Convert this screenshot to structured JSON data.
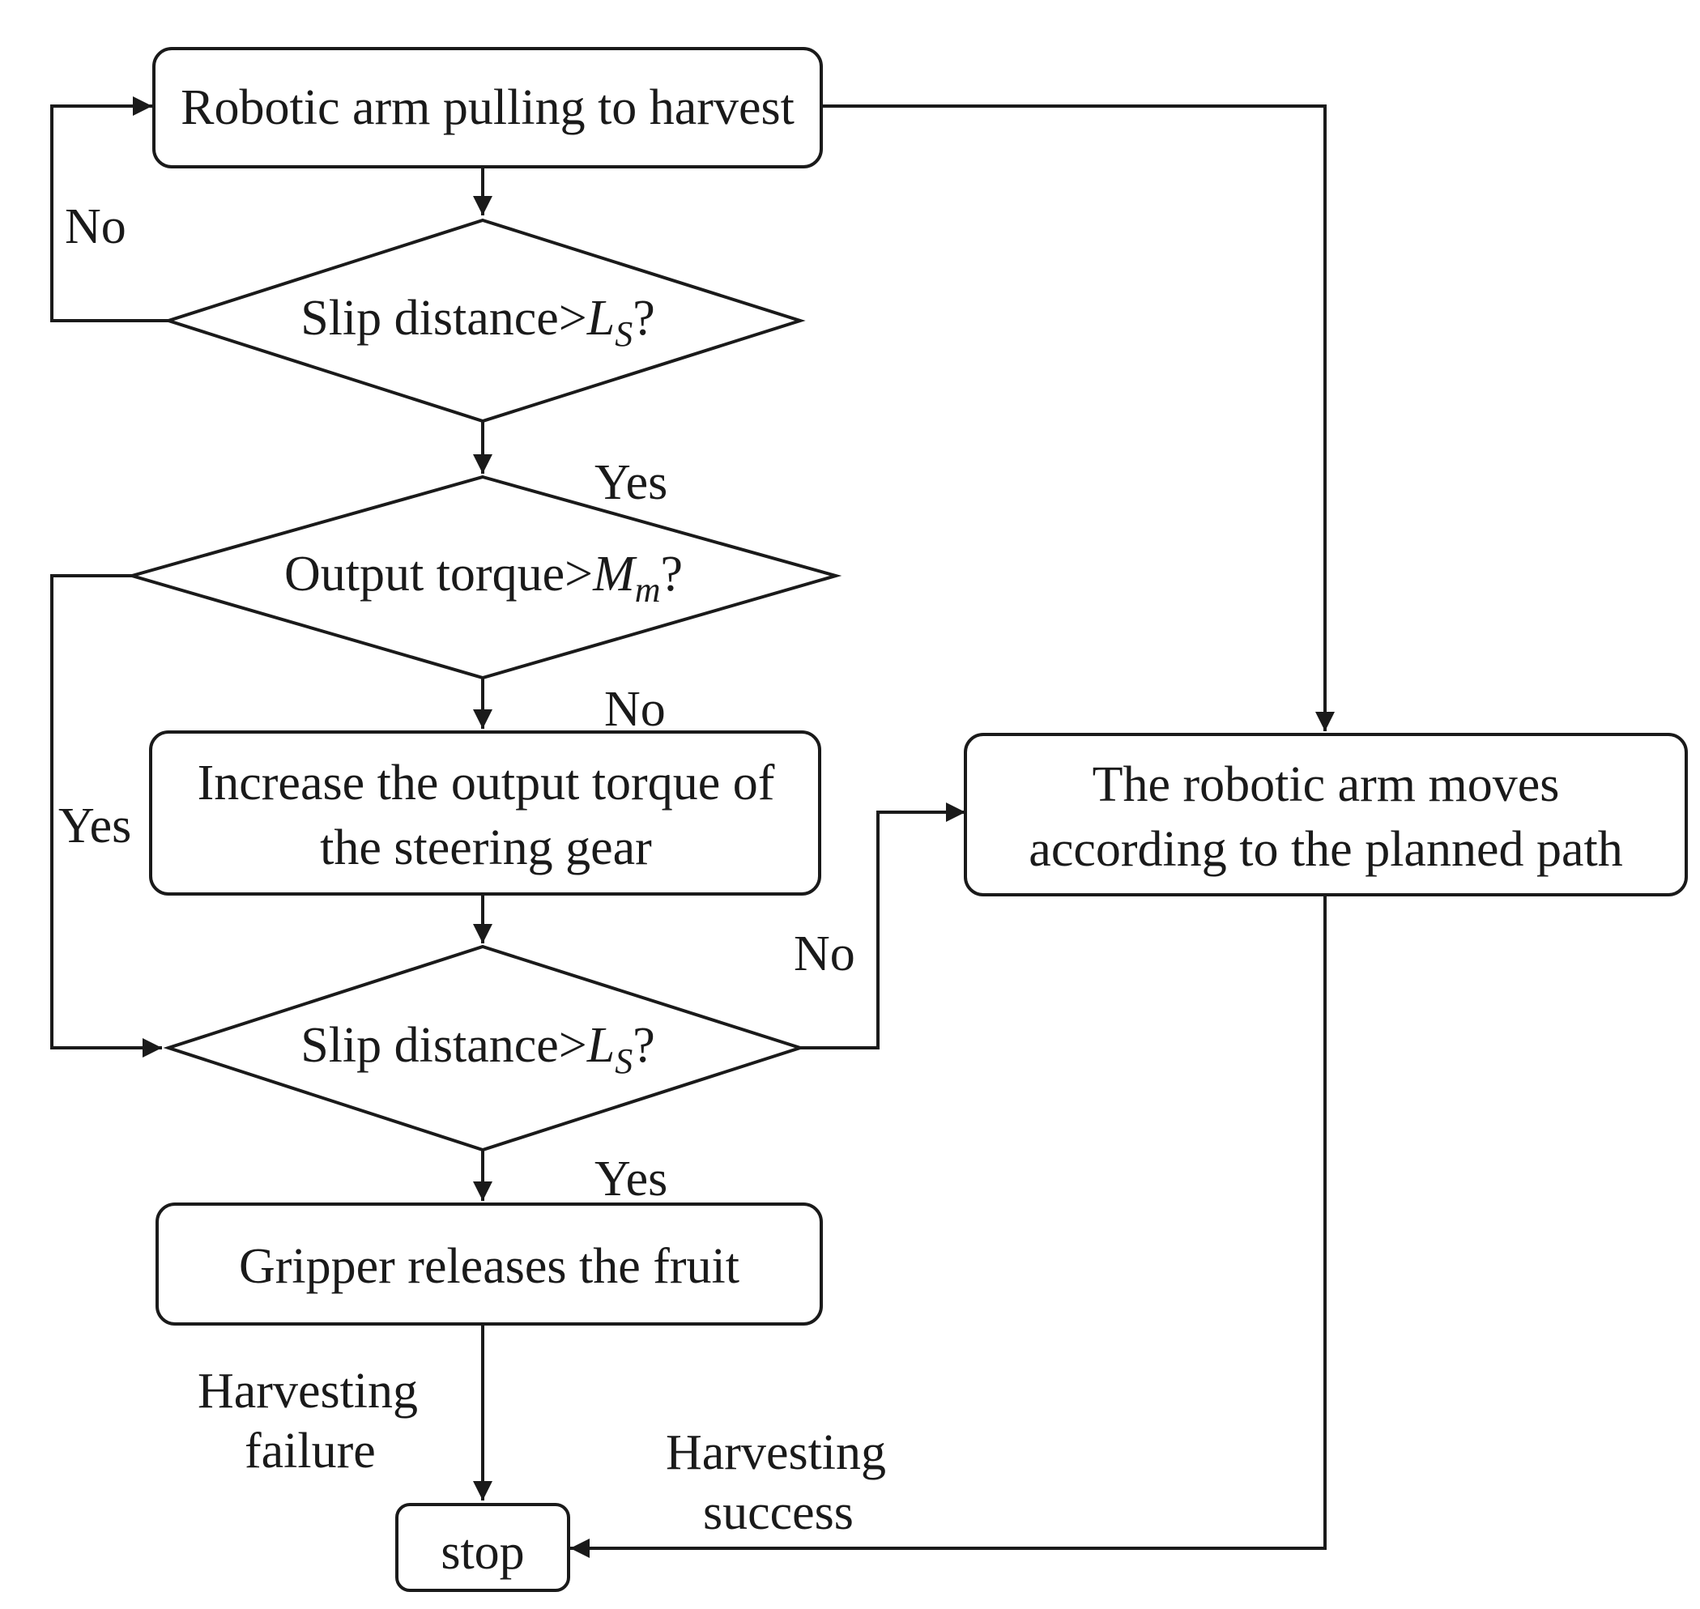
{
  "nodes": {
    "pull": {
      "label": "Robotic arm pulling to harvest"
    },
    "slip1": {
      "prefix": "Slip distance>",
      "var": "L",
      "sub": "S",
      "suffix": "?"
    },
    "torque": {
      "prefix": "Output torque>",
      "var": "M",
      "sub": "m",
      "suffix": "?"
    },
    "increase": {
      "line1": "Increase the output torque of",
      "line2": "the steering gear"
    },
    "slip2": {
      "prefix": "Slip distance>",
      "var": "L",
      "sub": "S",
      "suffix": "?"
    },
    "release": {
      "label": "Gripper releases the fruit"
    },
    "moves": {
      "line1": "The robotic arm moves",
      "line2": "according to the planned path"
    },
    "stop": {
      "label": "stop"
    }
  },
  "edges": {
    "slip1_no": "No",
    "slip1_yes": "Yes",
    "torque_no": "No",
    "torque_yes": "Yes",
    "slip2_no": "No",
    "slip2_yes": "Yes",
    "failure_line1": "Harvesting",
    "failure_line2": "failure",
    "success_line1": "Harvesting",
    "success_line2": "success"
  },
  "colors": {
    "stroke": "#1a1a1a",
    "background": "#ffffff"
  }
}
